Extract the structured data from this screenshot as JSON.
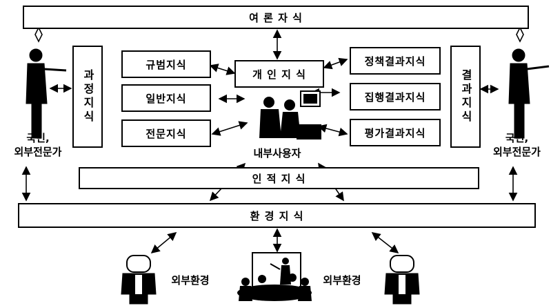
{
  "boxes": {
    "opinion_knowledge": "여 론 자 식",
    "process_knowledge": "과정지식",
    "norm_knowledge": "규범지식",
    "general_knowledge": "일반지식",
    "expert_knowledge": "전문지식",
    "personal_knowledge": "개 인 지 식",
    "policy_result_knowledge": "정책결과지식",
    "execution_result_knowledge": "집행결과지식",
    "evaluation_result_knowledge": "평가결과지식",
    "result_knowledge": "결과지식",
    "human_knowledge": "인 적 지 식",
    "environment_knowledge": "환 경 지 식"
  },
  "labels": {
    "citizens_left_line1": "국민,",
    "citizens_left_line2": "외부전문가",
    "citizens_right_line1": "국민,",
    "citizens_right_line2": "외부전문가",
    "internal_users": "내부사용자",
    "external_env_left": "외부환경",
    "external_env_right": "외부환경"
  }
}
